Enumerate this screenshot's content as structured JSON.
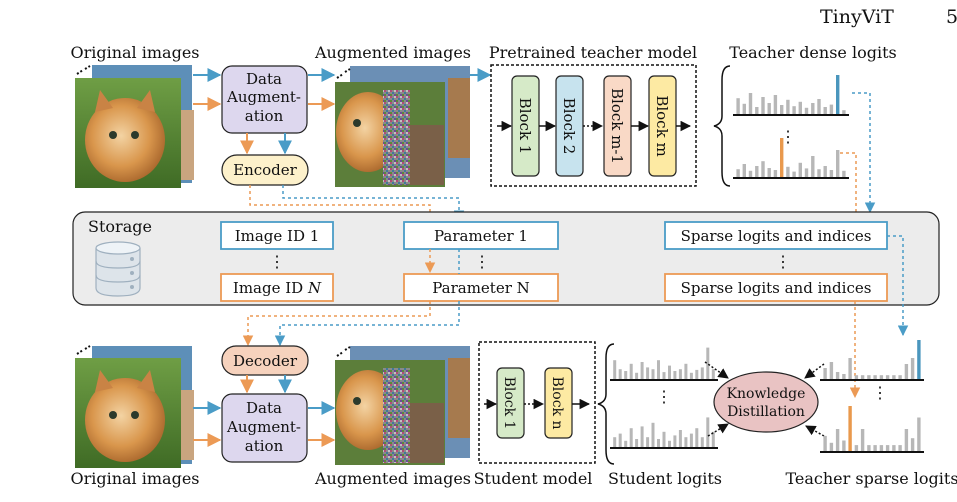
{
  "header": {
    "title": "TinyViT",
    "page_number": "5"
  },
  "labels": {
    "original_images_top": "Original images",
    "augmented_images_top": "Augmented images",
    "teacher_model": "Pretrained teacher model",
    "teacher_dense_logits": "Teacher dense logits",
    "original_images_bottom": "Original images",
    "augmented_images_bottom": "Augmented images",
    "student_model": "Student model",
    "student_logits": "Student logits",
    "teacher_sparse_logits": "Teacher sparse logits"
  },
  "data_augmentation": {
    "line1": "Data",
    "line2": "Augment-",
    "line3": "ation"
  },
  "encoder": "Encoder",
  "decoder": "Decoder",
  "teacher_blocks": [
    "Block 1",
    "Block 2",
    "Block m-1",
    "Block m"
  ],
  "student_blocks": [
    "Block 1",
    "Block n"
  ],
  "storage": {
    "title": "Storage",
    "image_id_1": "Image ID 1",
    "image_id_n": "Image ID",
    "image_id_n_var": "N",
    "parameter_1": "Parameter 1",
    "parameter_n": "Parameter N",
    "sparse_logits_1": "Sparse logits and indices",
    "sparse_logits_n": "Sparse logits and indices",
    "ellipsis": "⋮"
  },
  "knowledge_distillation": {
    "line1": "Knowledge",
    "line2": "Distillation"
  },
  "colors": {
    "blue_arrow": "#4a9cc7",
    "orange_arrow": "#ec9a55",
    "augment_box": "#ddd7ee",
    "encoder_box": "#fdf1cb",
    "decoder_box": "#f6d2bd",
    "block1": "#d6eac8",
    "block2": "#c7e3ee",
    "block_m1": "#f9d9c6",
    "block_m": "#fdeaa3",
    "storage_bg": "#ececec",
    "kd_ellipse": "#e9c3c3",
    "bar_grey": "#b7b7b7",
    "bar_blue": "#4a96bd",
    "bar_orange": "#e9994d"
  },
  "bar_charts": {
    "teacher_dense_1": {
      "values": [
        0.42,
        0.28,
        0.55,
        0.2,
        0.45,
        0.3,
        0.5,
        0.25,
        0.38,
        0.22,
        0.33,
        0.18,
        0.3,
        0.4,
        0.2,
        0.26,
        1.0,
        0.12
      ],
      "highlight_index": 16,
      "highlight": "blue"
    },
    "teacher_dense_2": {
      "values": [
        0.22,
        0.35,
        0.18,
        0.3,
        0.42,
        0.25,
        0.2,
        1.0,
        0.28,
        0.16,
        0.38,
        0.24,
        0.55,
        0.22,
        0.3,
        0.2,
        0.7,
        0.18
      ],
      "highlight_index": 7,
      "highlight": "orange"
    },
    "student_1": {
      "values": [
        0.55,
        0.3,
        0.25,
        0.45,
        0.2,
        0.5,
        0.35,
        0.3,
        0.55,
        0.22,
        0.4,
        0.25,
        0.3,
        0.45,
        0.2,
        0.28,
        0.35,
        0.9,
        0.3
      ]
    },
    "student_2": {
      "values": [
        0.3,
        0.4,
        0.2,
        0.55,
        0.25,
        0.6,
        0.3,
        0.7,
        0.25,
        0.45,
        0.2,
        0.35,
        0.5,
        0.3,
        0.4,
        0.55,
        0.3,
        0.85,
        0.45
      ]
    },
    "teacher_sparse_1": {
      "values": [
        0.3,
        0.45,
        0.2,
        0.15,
        0.55,
        0.12,
        0.12,
        0.12,
        0.12,
        0.12,
        0.12,
        0.12,
        0.12,
        0.4,
        0.55,
        1.0
      ],
      "highlight_index": 15,
      "highlight": "blue"
    },
    "teacher_sparse_2": {
      "values": [
        0.35,
        0.2,
        0.5,
        0.25,
        1.0,
        0.15,
        0.5,
        0.15,
        0.15,
        0.15,
        0.15,
        0.15,
        0.15,
        0.5,
        0.3,
        0.75
      ],
      "highlight_index": 4,
      "highlight": "orange"
    }
  }
}
